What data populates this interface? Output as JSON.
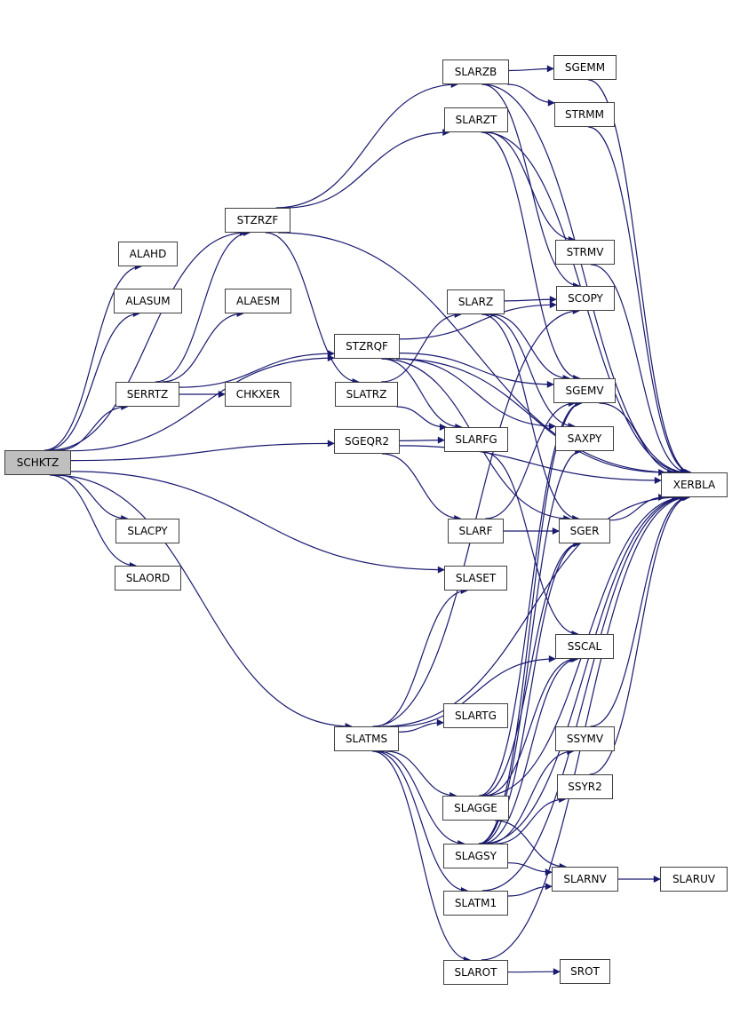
{
  "graph": {
    "type": "call-graph",
    "root": "SCHKTZ",
    "colors": {
      "edge": "#191970",
      "node_border": "#404040",
      "root_fill": "#bfbfbf",
      "node_fill": "#ffffff"
    },
    "nodes": [
      {
        "id": "SCHKTZ",
        "label": "SCHKTZ"
      },
      {
        "id": "ALAHD",
        "label": "ALAHD"
      },
      {
        "id": "ALASUM",
        "label": "ALASUM"
      },
      {
        "id": "SERRTZ",
        "label": "SERRTZ"
      },
      {
        "id": "SLACPY",
        "label": "SLACPY"
      },
      {
        "id": "SLAORD",
        "label": "SLAORD"
      },
      {
        "id": "STZRZF",
        "label": "STZRZF"
      },
      {
        "id": "ALAESM",
        "label": "ALAESM"
      },
      {
        "id": "CHKXER",
        "label": "CHKXER"
      },
      {
        "id": "STZRQF",
        "label": "STZRQF"
      },
      {
        "id": "SLATRZ",
        "label": "SLATRZ"
      },
      {
        "id": "SGEQR2",
        "label": "SGEQR2"
      },
      {
        "id": "SLATMS",
        "label": "SLATMS"
      },
      {
        "id": "SLARZB",
        "label": "SLARZB"
      },
      {
        "id": "SLARZT",
        "label": "SLARZT"
      },
      {
        "id": "SLARZ",
        "label": "SLARZ"
      },
      {
        "id": "SLARFG",
        "label": "SLARFG"
      },
      {
        "id": "SLARF",
        "label": "SLARF"
      },
      {
        "id": "SLASET",
        "label": "SLASET"
      },
      {
        "id": "SLARTG",
        "label": "SLARTG"
      },
      {
        "id": "SLAGGE",
        "label": "SLAGGE"
      },
      {
        "id": "SLAGSY",
        "label": "SLAGSY"
      },
      {
        "id": "SLATM1",
        "label": "SLATM1"
      },
      {
        "id": "SLAROT",
        "label": "SLAROT"
      },
      {
        "id": "SGEMM",
        "label": "SGEMM"
      },
      {
        "id": "STRMM",
        "label": "STRMM"
      },
      {
        "id": "STRMV",
        "label": "STRMV"
      },
      {
        "id": "SCOPY",
        "label": "SCOPY"
      },
      {
        "id": "SGEMV",
        "label": "SGEMV"
      },
      {
        "id": "SAXPY",
        "label": "SAXPY"
      },
      {
        "id": "SGER",
        "label": "SGER"
      },
      {
        "id": "SSCAL",
        "label": "SSCAL"
      },
      {
        "id": "SSYMV",
        "label": "SSYMV"
      },
      {
        "id": "SSYR2",
        "label": "SSYR2"
      },
      {
        "id": "SLARNV",
        "label": "SLARNV"
      },
      {
        "id": "SROT",
        "label": "SROT"
      },
      {
        "id": "XERBLA",
        "label": "XERBLA"
      },
      {
        "id": "SLARUV",
        "label": "SLARUV"
      }
    ],
    "edges": [
      [
        "SCHKTZ",
        "ALAHD"
      ],
      [
        "SCHKTZ",
        "ALASUM"
      ],
      [
        "SCHKTZ",
        "SERRTZ"
      ],
      [
        "SCHKTZ",
        "STZRZF"
      ],
      [
        "SCHKTZ",
        "STZRQF"
      ],
      [
        "SCHKTZ",
        "SGEQR2"
      ],
      [
        "SCHKTZ",
        "SLACPY"
      ],
      [
        "SCHKTZ",
        "SLAORD"
      ],
      [
        "SCHKTZ",
        "SLASET"
      ],
      [
        "SCHKTZ",
        "SLATMS"
      ],
      [
        "SERRTZ",
        "STZRZF"
      ],
      [
        "SERRTZ",
        "ALAESM"
      ],
      [
        "SERRTZ",
        "CHKXER"
      ],
      [
        "SERRTZ",
        "STZRQF"
      ],
      [
        "STZRZF",
        "SLARZB"
      ],
      [
        "STZRZF",
        "SLARZT"
      ],
      [
        "STZRZF",
        "SLATRZ"
      ],
      [
        "STZRZF",
        "XERBLA"
      ],
      [
        "STZRQF",
        "SCOPY"
      ],
      [
        "STZRQF",
        "SGEMV"
      ],
      [
        "STZRQF",
        "SAXPY"
      ],
      [
        "STZRQF",
        "SGER"
      ],
      [
        "STZRQF",
        "SLARFG"
      ],
      [
        "STZRQF",
        "XERBLA"
      ],
      [
        "SLATRZ",
        "SLARZ"
      ],
      [
        "SLATRZ",
        "SLARFG"
      ],
      [
        "SGEQR2",
        "SLARFG"
      ],
      [
        "SGEQR2",
        "SLARF"
      ],
      [
        "SGEQR2",
        "XERBLA"
      ],
      [
        "SLARZB",
        "SGEMM"
      ],
      [
        "SLARZB",
        "STRMM"
      ],
      [
        "SLARZB",
        "SCOPY"
      ],
      [
        "SLARZB",
        "XERBLA"
      ],
      [
        "SLARZT",
        "STRMV"
      ],
      [
        "SLARZT",
        "SGEMV"
      ],
      [
        "SLARZT",
        "XERBLA"
      ],
      [
        "SLARZ",
        "SCOPY"
      ],
      [
        "SLARZ",
        "SGEMV"
      ],
      [
        "SLARZ",
        "SAXPY"
      ],
      [
        "SLARZ",
        "SGER"
      ],
      [
        "SLARFG",
        "SSCAL"
      ],
      [
        "SLARF",
        "SGEMV"
      ],
      [
        "SLARF",
        "SGER"
      ],
      [
        "SLATMS",
        "SLASET"
      ],
      [
        "SLATMS",
        "SSCAL"
      ],
      [
        "SLATMS",
        "SLARTG"
      ],
      [
        "SLATMS",
        "SLAGGE"
      ],
      [
        "SLATMS",
        "SLAGSY"
      ],
      [
        "SLATMS",
        "SLATM1"
      ],
      [
        "SLATMS",
        "SLAROT"
      ],
      [
        "SLATMS",
        "XERBLA"
      ],
      [
        "SLATMS",
        "SCOPY"
      ],
      [
        "SLAGGE",
        "SGEMV"
      ],
      [
        "SLAGGE",
        "SGER"
      ],
      [
        "SLAGGE",
        "SSCAL"
      ],
      [
        "SLAGGE",
        "SLARNV"
      ],
      [
        "SLAGGE",
        "XERBLA"
      ],
      [
        "SLAGSY",
        "SGEMV"
      ],
      [
        "SLAGSY",
        "SGER"
      ],
      [
        "SLAGSY",
        "SSCAL"
      ],
      [
        "SLAGSY",
        "SAXPY"
      ],
      [
        "SLAGSY",
        "SSYMV"
      ],
      [
        "SLAGSY",
        "SSYR2"
      ],
      [
        "SLAGSY",
        "SLARNV"
      ],
      [
        "SLAGSY",
        "XERBLA"
      ],
      [
        "SLATM1",
        "SLARNV"
      ],
      [
        "SLATM1",
        "XERBLA"
      ],
      [
        "SLAROT",
        "SROT"
      ],
      [
        "SLAROT",
        "XERBLA"
      ],
      [
        "SGEMM",
        "XERBLA"
      ],
      [
        "STRMM",
        "XERBLA"
      ],
      [
        "STRMV",
        "XERBLA"
      ],
      [
        "SGEMV",
        "XERBLA"
      ],
      [
        "SGER",
        "XERBLA"
      ],
      [
        "SSYMV",
        "XERBLA"
      ],
      [
        "SSYR2",
        "XERBLA"
      ],
      [
        "SLARNV",
        "SLARUV"
      ]
    ]
  }
}
